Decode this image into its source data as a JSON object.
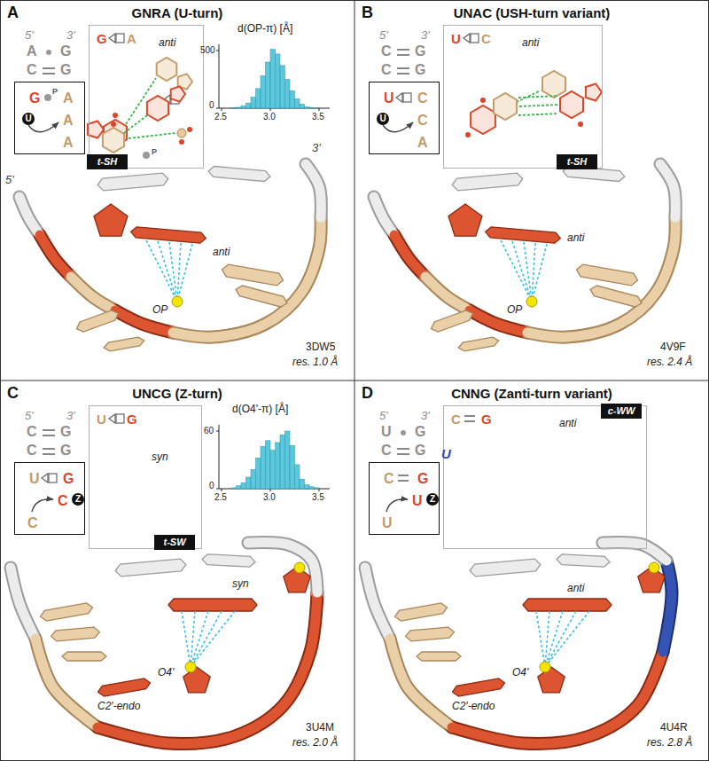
{
  "diagram": {
    "nodes": [
      {
        "text": [
          "A",
          "GNRA (U-turn)"
        ]
      },
      {
        "text": [
          "G",
          "A",
          "A",
          "A"
        ],
        "in": 0
      },
      {
        "text": [
          "U"
        ],
        "in": 1
      },
      {
        "text": [
          "G",
          "A",
          "anti"
        ],
        "in": 0
      },
      {
        "text": [
          "t-SH"
        ],
        "in": 0
      },
      {
        "text": [
          "B",
          "UNAC (USH-turn variant)"
        ]
      },
      {
        "text": [
          "U",
          "C",
          "C",
          "A"
        ],
        "in": 5
      },
      {
        "text": [
          "U"
        ],
        "in": 6
      },
      {
        "text": [
          "U",
          "C",
          "anti"
        ],
        "in": 5
      },
      {
        "text": [
          "t-SH"
        ],
        "in": 5
      },
      {
        "text": [
          "C",
          "UNCG (Z-turn)"
        ]
      },
      {
        "text": [
          "U",
          "G",
          "C",
          "C"
        ],
        "in": 10
      },
      {
        "text": [
          "Z"
        ],
        "in": 11
      },
      {
        "text": [
          "U",
          "G",
          "syn"
        ],
        "in": 10
      },
      {
        "text": [
          "t-SW"
        ],
        "in": 10
      },
      {
        "text": [
          "D",
          "CNNG (Zanti-turn variant)"
        ]
      },
      {
        "text": [
          "C",
          "G",
          "U",
          "U"
        ],
        "in": 15
      },
      {
        "text": [
          "Z"
        ],
        "in": 16
      },
      {
        "text": [
          "C",
          "G",
          "anti"
        ],
        "in": 15
      },
      {
        "text": [
          "c-WW"
        ],
        "in": 15
      }
    ],
    "labels": [
      "5'",
      "3'",
      "A",
      "G",
      "C",
      "G",
      "P",
      "P",
      "d(OP-π) [Å]",
      "500",
      "0",
      "2.5",
      "3.0",
      "3.5",
      "5'",
      "3'",
      "anti",
      "OP",
      "3DW5",
      "res. 1.0 Å",
      "5'",
      "3'",
      "C",
      "G",
      "C",
      "G",
      "anti",
      "OP",
      "4V9F",
      "res. 2.4 Å",
      "5'",
      "3'",
      "C",
      "G",
      "C",
      "G",
      "d(O4'-π) [Å]",
      "60",
      "0",
      "2.5",
      "3.0",
      "3.5",
      "syn",
      "O4'",
      "C2'-endo",
      "3U4M",
      "res. 2.0 Å",
      "5'",
      "3'",
      "U",
      "G",
      "C",
      "G",
      "U",
      "anti",
      "O4'",
      "C2'-endo",
      "4U4R",
      "res. 2.8 Å"
    ]
  }
}
